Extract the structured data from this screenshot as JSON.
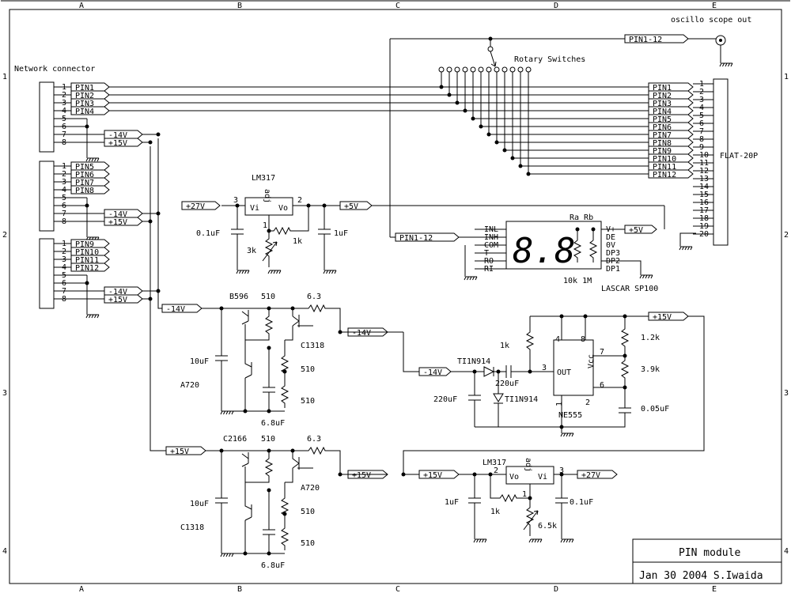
{
  "border": {
    "columns": [
      "A",
      "B",
      "C",
      "D",
      "E"
    ],
    "rows": [
      "1",
      "2",
      "3",
      "4"
    ]
  },
  "title_block": {
    "title": "PIN module",
    "date_author": "Jan 30 2004 S.Iwaida"
  },
  "labels": {
    "network_connector": "Network connector",
    "oscilloscope_out": "oscillo scope out",
    "rotary_switches": "Rotary  Switches",
    "flat_connector": "FLAT-20P",
    "lascar": "LASCAR SP100",
    "display_res": "10k 1M",
    "display_ra_rb": "Ra Rb",
    "display_digits": "8.8",
    "ne555": "NE555",
    "timer_out": "OUT",
    "timer_vcc": "Vcc"
  },
  "net_labels": {
    "pin1_12": "PIN1-12",
    "m14": "-14V",
    "p15": "+15V",
    "p27": "+27V",
    "p5": "+5V",
    "pins": [
      "PIN1",
      "PIN2",
      "PIN3",
      "PIN4",
      "PIN5",
      "PIN6",
      "PIN7",
      "PIN8",
      "PIN9",
      "PIN10",
      "PIN11",
      "PIN12"
    ]
  },
  "flat_pins": [
    "1",
    "2",
    "3",
    "4",
    "5",
    "6",
    "7",
    "8",
    "9",
    "10",
    "11",
    "12",
    "13",
    "14",
    "15",
    "16",
    "17",
    "18",
    "19",
    "20"
  ],
  "connector_pins": [
    "1",
    "2",
    "3",
    "4",
    "5",
    "6",
    "7",
    "8"
  ],
  "display_pins_left": [
    "INL",
    "INH",
    "COM",
    "T",
    "RO",
    "RI"
  ],
  "display_pins_right": [
    "V+",
    "DE",
    "0V",
    "DP3",
    "DP2",
    "DP1"
  ],
  "regulator": {
    "name": "LM317",
    "vi": "Vi",
    "vo": "Vo",
    "adj": "adj",
    "pin1": "1",
    "pin2": "2",
    "pin3": "3"
  },
  "components": {
    "c01uf": "0.1uF",
    "r3k": "3k",
    "r1k": "1k",
    "c1uf": "1uF",
    "q_b596": "B596",
    "r510": "510",
    "r63": "6.3",
    "q_c1318": "C1318",
    "c10uf": "10uF",
    "q_a720": "A720",
    "c68uf": "6.8uF",
    "q_c2166": "C2166",
    "ti1n914": "TI1N914",
    "c220uf": "220uF",
    "r12k": "1.2k",
    "r39k": "3.9k",
    "c005uf": "0.05uF",
    "r65k": "6.5k",
    "ne_pin4": "4",
    "ne_pin8": "8",
    "ne_pin7": "7",
    "ne_pin6": "6",
    "ne_pin3": "3",
    "ne_pin2": "2",
    "ne_pin1": "1"
  }
}
